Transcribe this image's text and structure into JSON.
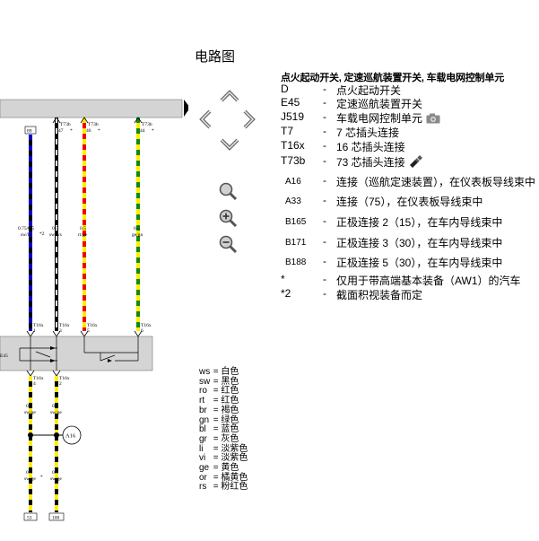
{
  "page": {
    "title": "电路图"
  },
  "diagram": {
    "ground_top_label": "89",
    "wire_labels": [
      {
        "conn": "T73b",
        "pin": "47",
        "star": "*"
      },
      {
        "conn": "T73b",
        "pin": "46",
        "star": "*"
      },
      {
        "conn": "T73b",
        "pin": "44",
        "star": "*"
      }
    ],
    "spec_labels": [
      {
        "size": "0.75/0.5",
        "color": "sw/bl",
        "note": "*2"
      },
      {
        "size": "0.5",
        "color": "sw/ws",
        "note": ""
      },
      {
        "size": "0.5",
        "color": "rt/ge",
        "note": ""
      },
      {
        "size": "0.5",
        "color": "ge/gn",
        "note": ""
      }
    ],
    "t16x_labels": [
      {
        "conn": "T16x",
        "pin": "1"
      },
      {
        "conn": "T16x",
        "pin": "3"
      },
      {
        "conn": "T16x",
        "pin": "5"
      },
      {
        "conn": "T16x",
        "pin": "6"
      }
    ],
    "component_label": "E45",
    "t16x_lower_labels": [
      {
        "conn": "T16x",
        "pin": "4"
      },
      {
        "conn": "T16x",
        "pin": "2"
      }
    ],
    "lower_spec_labels": [
      {
        "size": "0.5",
        "color": "sw/ge"
      },
      {
        "size": "0.5",
        "color": "sw/ge"
      }
    ],
    "bottom_spec_labels": [
      {
        "size": "0.5",
        "color": "sw/ge",
        "note": "*"
      },
      {
        "size": "0.5",
        "color": "sw/ge",
        "note": ""
      }
    ],
    "connector_circle": "A16",
    "bottom_boxes": [
      "53",
      "100"
    ],
    "wire_colors": {
      "black": "#000000",
      "blue": "#0000cc",
      "white": "#ffffff",
      "red": "#ee0000",
      "yellow": "#ffee00",
      "green": "#118811",
      "component_gray": "#d4d4d4"
    }
  },
  "nav": {
    "up": "chevron-up-icon",
    "down": "chevron-down-icon",
    "left": "chevron-left-icon",
    "right": "chevron-right-icon",
    "zoom": "magnifier-icon",
    "zoom_in": "zoom-in-icon",
    "zoom_out": "zoom-out-icon"
  },
  "legend": {
    "title": "点火起动开关, 定速巡航装置开关, 车载电网控制单元",
    "items": [
      {
        "code": "D",
        "dash": "-",
        "desc": "点火起动开关",
        "icon": ""
      },
      {
        "code": "E45",
        "dash": "-",
        "desc": "定速巡航装置开关",
        "icon": ""
      },
      {
        "code": "J519",
        "dash": "-",
        "desc": "车载电网控制单元",
        "icon": "camera-icon"
      },
      {
        "code": "T7",
        "dash": "-",
        "desc": "7 芯插头连接",
        "icon": ""
      },
      {
        "code": "T16x",
        "dash": "-",
        "desc": "16 芯插头连接",
        "icon": ""
      },
      {
        "code": "T73b",
        "dash": "-",
        "desc": "73 芯插头连接",
        "icon": "connector-icon"
      },
      {
        "code": "A16",
        "dash": "-",
        "desc": "连接（巡航定速装置），在仪表板导线束中",
        "icon": ""
      },
      {
        "code": "A33",
        "dash": "-",
        "desc": "连接（75），在仪表板导线束中",
        "icon": ""
      },
      {
        "code": "B165",
        "dash": "-",
        "desc": "正极连接 2（15），在车内导线束中",
        "icon": ""
      },
      {
        "code": "B171",
        "dash": "-",
        "desc": "正极连接 3（30），在车内导线束中",
        "icon": ""
      },
      {
        "code": "B188",
        "dash": "-",
        "desc": "正极连接 5（30），在车内导线束中",
        "icon": ""
      },
      {
        "code": "*",
        "dash": "-",
        "desc": "仅用于带高端基本装备（AW1）的汽车",
        "icon": ""
      },
      {
        "code": "*2",
        "dash": "-",
        "desc": "截面积视装备而定",
        "icon": ""
      }
    ]
  },
  "color_key": [
    {
      "code": "ws",
      "name": "白色"
    },
    {
      "code": "sw",
      "name": "黑色"
    },
    {
      "code": "ro",
      "name": "红色"
    },
    {
      "code": "rt",
      "name": "红色"
    },
    {
      "code": "br",
      "name": "褐色"
    },
    {
      "code": "gn",
      "name": "绿色"
    },
    {
      "code": "bl",
      "name": "蓝色"
    },
    {
      "code": "gr",
      "name": "灰色"
    },
    {
      "code": "li",
      "name": "淡紫色"
    },
    {
      "code": "vi",
      "name": "淡紫色"
    },
    {
      "code": "ge",
      "name": "黄色"
    },
    {
      "code": "or",
      "name": "橘黄色"
    },
    {
      "code": "rs",
      "name": "粉红色"
    }
  ]
}
